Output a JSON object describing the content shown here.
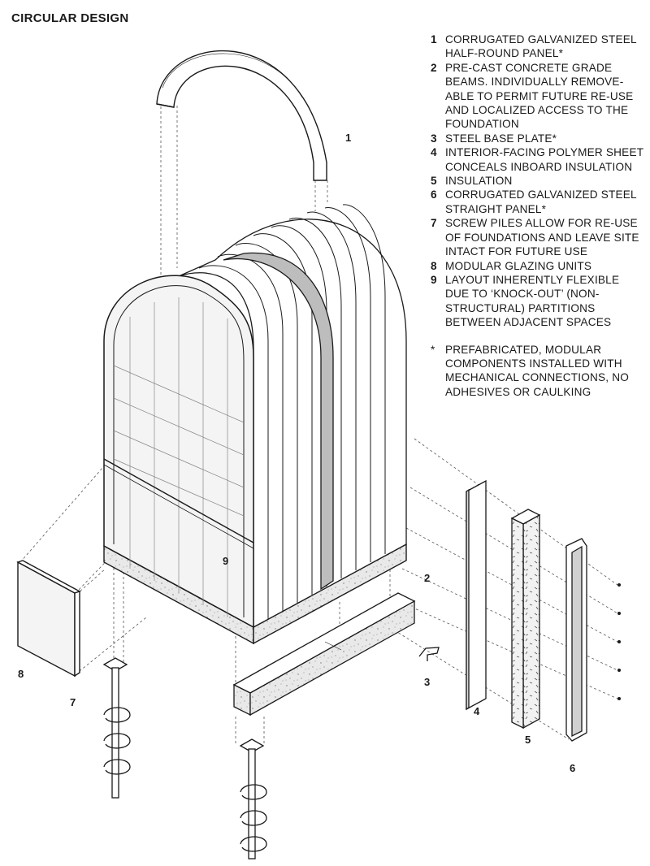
{
  "title": "CIRCULAR DESIGN",
  "legend": [
    {
      "num": "1",
      "text": "CORRUGATED GALVANIZED STEEL HALF-ROUND PANEL*"
    },
    {
      "num": "2",
      "text": "PRE-CAST CONCRETE GRADE BEAMS. INDIVIDUALLY REMOVE-ABLE TO PERMIT FUTURE RE-USE AND LOCALIZED ACCESS TO THE FOUNDATION"
    },
    {
      "num": "3",
      "text": "STEEL BASE PLATE*"
    },
    {
      "num": "4",
      "text": "INTERIOR-FACING POLYMER SHEET CONCEALS INBOARD INSULATION"
    },
    {
      "num": "5",
      "text": "INSULATION"
    },
    {
      "num": "6",
      "text": "CORRUGATED GALVANIZED STEEL STRAIGHT PANEL*"
    },
    {
      "num": "7",
      "text": "SCREW PILES ALLOW FOR RE-USE OF FOUNDATIONS AND LEAVE SITE INTACT FOR FUTURE USE"
    },
    {
      "num": "8",
      "text": "MODULAR GLAZING UNITS"
    },
    {
      "num": "9",
      "text": "LAYOUT INHERENTLY FLEXIBLE DUE TO ‘KNOCK-OUT’ (NON-STRUCTURAL) PARTITIONS BETWEEN ADJACENT SPACES"
    }
  ],
  "footnote": {
    "mark": "*",
    "text": "PREFABRICATED, MODULAR COMPONENTS INSTALLED WITH MECHANICAL CONNECTIONS, NO ADHESIVES OR CAULKING"
  },
  "callouts": [
    "1",
    "2",
    "3",
    "4",
    "5",
    "6",
    "7",
    "8",
    "9"
  ],
  "colors": {
    "line": "#1a1a1a",
    "concrete": "#e6e6e6",
    "glass": "#f4f4f4",
    "shadow": "#bdbdbd"
  }
}
